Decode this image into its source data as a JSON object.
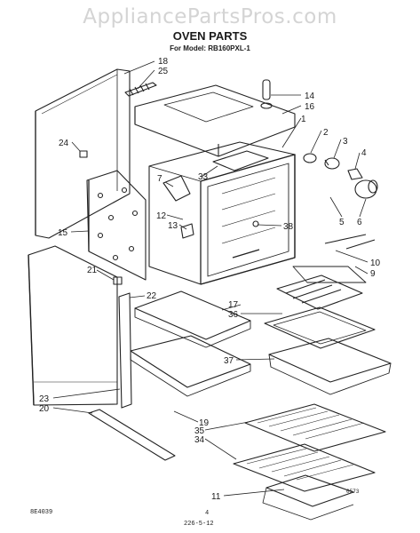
{
  "header": {
    "watermark": "AppliancePartsPros.com",
    "title": "OVEN PARTS",
    "model_line": "For Model: RB160PXL-1"
  },
  "callouts": [
    "18",
    "25",
    "14",
    "16",
    "1",
    "2",
    "3",
    "4",
    "24",
    "33",
    "7",
    "5",
    "6",
    "15",
    "12",
    "13",
    "38",
    "10",
    "9",
    "21",
    "22",
    "17",
    "36",
    "37",
    "23",
    "20",
    "19",
    "35",
    "34",
    "11"
  ],
  "footer": {
    "left_code": "8E4039",
    "page_number": "4",
    "date_code": "226-5-12",
    "drawing_code": "0573"
  }
}
